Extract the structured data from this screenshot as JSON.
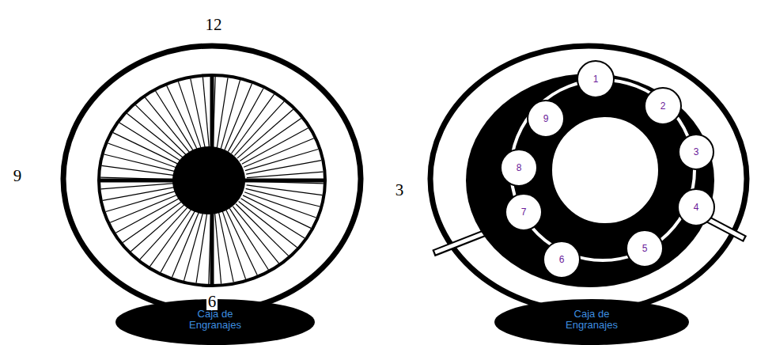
{
  "diagram": {
    "nodes": [
      {
        "text": [
          "Caja de Engranajes"
        ]
      },
      {
        "text": [
          "1"
        ]
      },
      {
        "text": [
          "2"
        ]
      },
      {
        "text": [
          "3"
        ]
      },
      {
        "text": [
          "4"
        ]
      },
      {
        "text": [
          "5"
        ]
      },
      {
        "text": [
          "6"
        ]
      },
      {
        "text": [
          "7"
        ]
      },
      {
        "text": [
          "8"
        ]
      },
      {
        "text": [
          "9"
        ]
      },
      {
        "text": [
          "Caja de Engranajes"
        ]
      }
    ],
    "labels": [
      "12",
      "9",
      "3",
      "6"
    ]
  }
}
